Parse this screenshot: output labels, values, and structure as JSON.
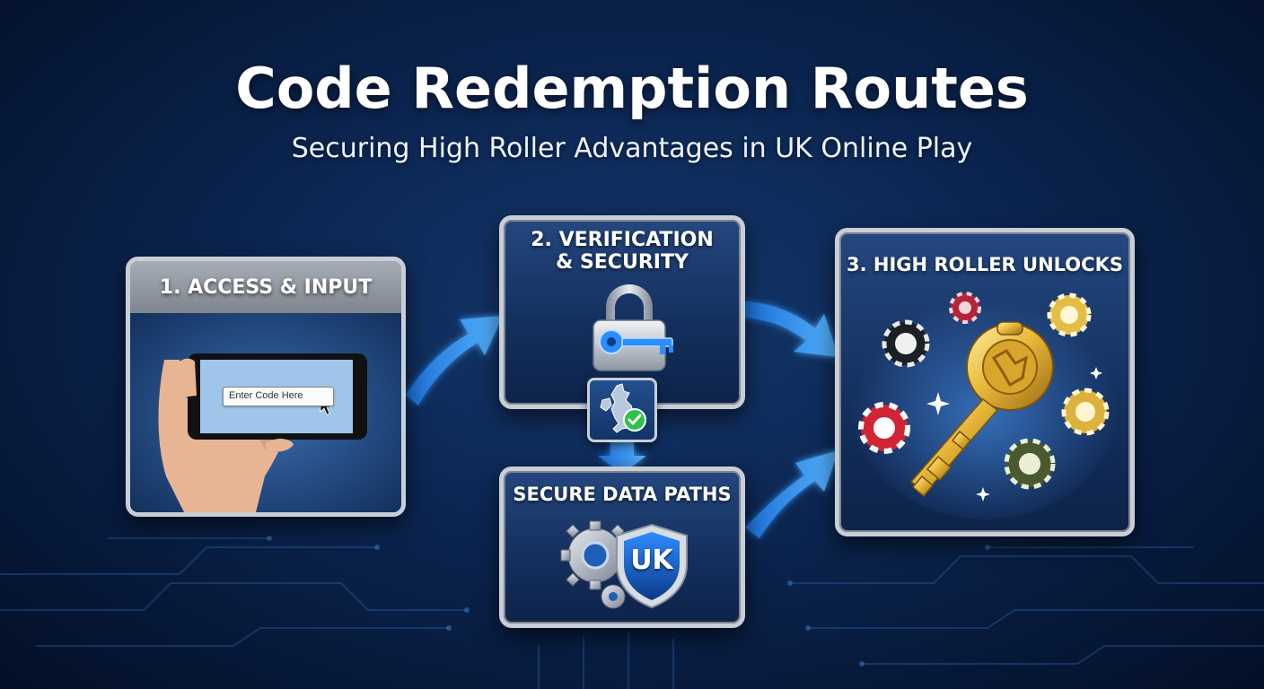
{
  "header": {
    "title": "Code Redemption Routes",
    "subtitle": "Securing High Roller Advantages in UK Online Play"
  },
  "steps": [
    {
      "label": "1. ACCESS & INPUT",
      "input_placeholder": "Enter Code Here"
    },
    {
      "label_line1": "2. VERIFICATION",
      "label_line2": "& SECURITY"
    },
    {
      "label": "3. HIGH ROLLER UNLOCKS"
    },
    {
      "label": "SECURE DATA PATHS",
      "shield_text": "UK"
    }
  ],
  "icons": [
    "hand-phone-icon",
    "padlock-key-icon",
    "uk-map-check-icon",
    "gears-icon",
    "shield-icon",
    "golden-key-icon",
    "casino-chip-icon",
    "sparkle-icon"
  ],
  "colors": {
    "background": "#0b2550",
    "arrow": "#3aa0ff",
    "panel_border": "#c9ced6",
    "check": "#2ec24a",
    "key_gold": "#e8b93a"
  }
}
